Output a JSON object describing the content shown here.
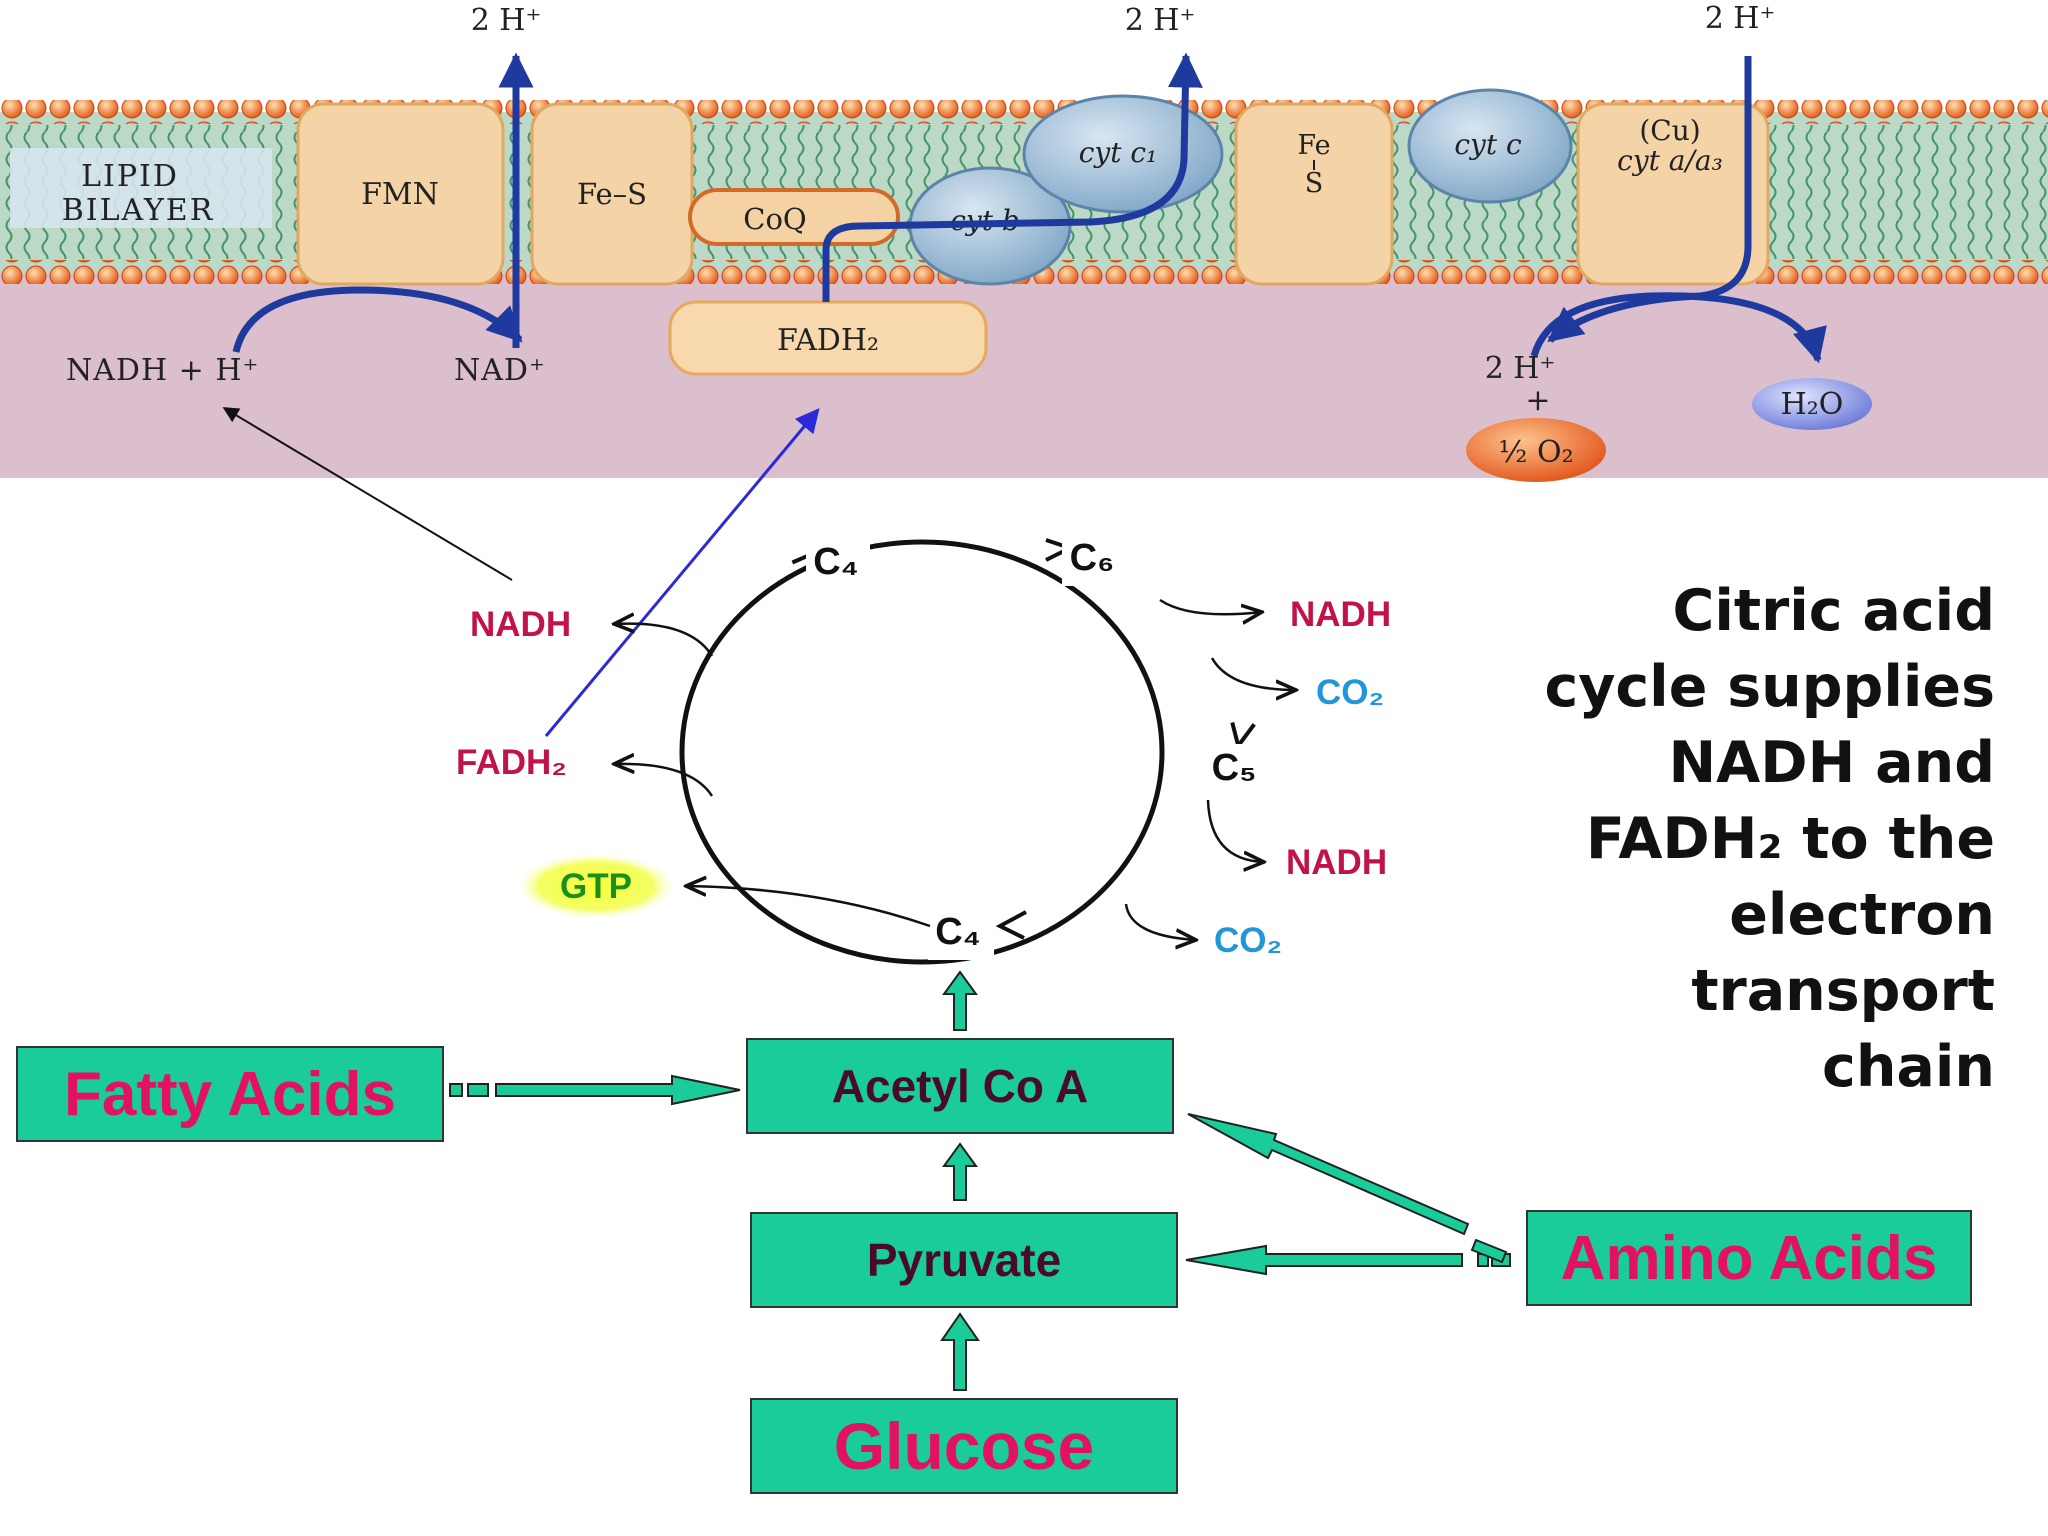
{
  "membrane": {
    "lipid_bilayer_label_line1": "LIPID",
    "lipid_bilayer_label_line2": "BILAYER",
    "complexes": {
      "fmn": "FMN",
      "fe_s_1": "Fe–S",
      "coq": "CoQ",
      "cyt_b": "cyt b",
      "cyt_c1": "cyt c₁",
      "fe_s_2_top": "Fe",
      "fe_s_2_bottom": "S",
      "cyt_c": "cyt c",
      "cu": "(Cu)",
      "cyt_a_a3": "cyt a/a₃"
    },
    "proton_outputs": [
      "2 H⁺",
      "2 H⁺",
      "2 H⁺"
    ],
    "matrix": {
      "nadh_h": "NADH + H⁺",
      "nad_plus": "NAD⁺",
      "fadh2": "FADH₂",
      "two_h_plus": "2 H⁺",
      "plus": "+",
      "half_o2": "½ O₂",
      "h2o": "H₂O"
    }
  },
  "cycle": {
    "nodes": {
      "c4_top": "C₄",
      "c6": "C₆",
      "c5": "C₅",
      "c4_bottom": "C₄"
    },
    "products": {
      "nadh_right_1": "NADH",
      "co2_right_1": "CO₂",
      "nadh_right_2": "NADH",
      "co2_right_2": "CO₂",
      "nadh_left": "NADH",
      "fadh2_left": "FADH₂",
      "gtp": "GTP"
    }
  },
  "caption": "Citric acid\ncycle supplies\nNADH and\nFADH₂ to the\nelectron\ntransport\nchain",
  "boxes": {
    "fatty_acids": "Fatty Acids",
    "acetyl_coa": "Acetyl Co A",
    "pyruvate": "Pyruvate",
    "amino_acids": "Amino Acids",
    "glucose": "Glucose"
  },
  "colors": {
    "membrane_band": "#8cc0a6",
    "matrix": "#dcbfcc",
    "box_fill": "#19cc99",
    "magenta_text": "#e3125e",
    "dark_box_text": "#4a0b2a",
    "co2_blue": "#2196d8",
    "nadh_red": "#c2124a",
    "gtp_green": "#1a8f1a",
    "transport_blue": "#1f3a9e"
  }
}
